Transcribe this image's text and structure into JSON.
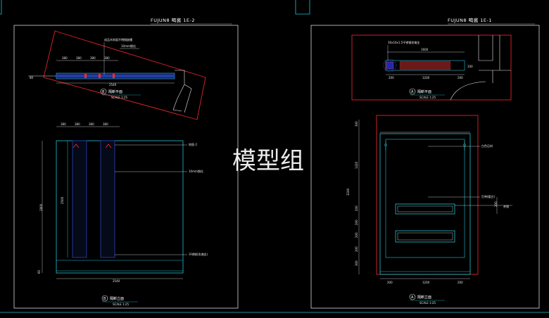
{
  "watermark": "模型组",
  "left_sheet": {
    "header": "FUJUN8 喝酱   1E-2",
    "plan": {
      "marker": "B",
      "label": "隔断平面",
      "scale": "SCALE  1:25",
      "dims_top": [
        "380",
        "380",
        "380",
        "380"
      ],
      "dim_total": "2540",
      "dim_side": "80",
      "note1": "成品木饰面不锈钢嵌槽",
      "note2": "10mm钢化"
    },
    "elevation": {
      "marker": "B",
      "label": "隔断立面",
      "scale": "SCALE  1:25",
      "dims_top": [
        "380",
        "380",
        "380",
        "380"
      ],
      "dim_bottom": "2540",
      "dim_left": "2800",
      "dim_left_small": "60",
      "dim_inner": "2500",
      "note1": "地毯-2",
      "note2": "10mm钢化",
      "note3": "不锈钢(玫瑰金)"
    }
  },
  "right_sheet": {
    "header": "FUJUN8 喝酱   1E-1",
    "plan": {
      "marker": "A",
      "label": "隔断平面",
      "scale": "SCALE  1:25",
      "note": "30x10x1.5不锈钢玫瑰金",
      "dim_1600": "1600",
      "dims_bottom": [
        "200",
        "1200",
        "200"
      ],
      "dim_side": "100"
    },
    "elevation": {
      "marker": "A",
      "label": "隔断立面",
      "scale": "SCALE  1:25",
      "dims_bottom": [
        "200",
        "1200",
        "200"
      ],
      "dims_left": [
        "300",
        "1420",
        "200",
        "200",
        "200",
        "200",
        "300"
      ],
      "dim_left_total": "3240",
      "dim_right": "200",
      "note1": "白色石材",
      "note2": "灯带(暖白)",
      "note3": "茶镜"
    }
  }
}
